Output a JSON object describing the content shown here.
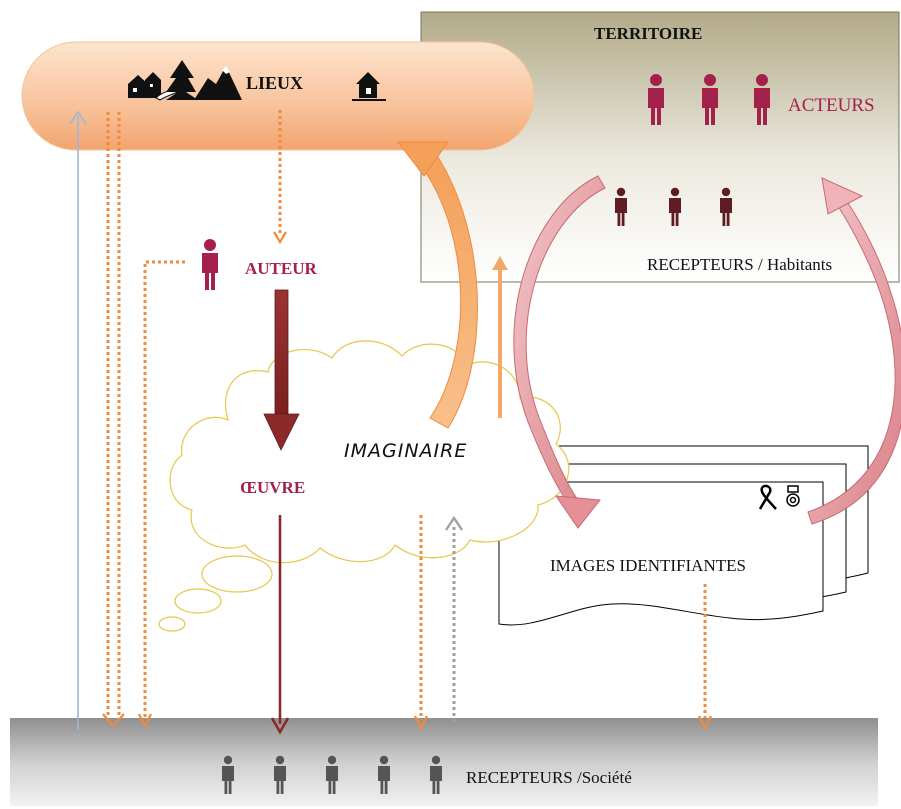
{
  "territoire": {
    "title": "TERRITOIRE"
  },
  "lieux": {
    "label": "LIEUX",
    "icons": [
      "village-icon",
      "tree-icon",
      "mountain-icon",
      "house-icon"
    ]
  },
  "acteurs": {
    "label": "ACTEURS",
    "count": 3,
    "color": "#a3214b"
  },
  "recepteurs_habitants": {
    "label": "RECEPTEURS / Habitants",
    "count": 3,
    "color": "#5e1d24"
  },
  "auteur": {
    "label": "AUTEUR",
    "color": "#a3214b"
  },
  "oeuvre": {
    "label": "ŒUVRE",
    "color": "#a3214b"
  },
  "imaginaire": {
    "label": "IMAGINAIRE"
  },
  "images_identifiantes": {
    "label": "IMAGES IDENTIFIANTES",
    "icons": [
      "ribbon-icon",
      "medal-icon"
    ]
  },
  "recepteurs_societe": {
    "label": "RECEPTEURS /Société",
    "count": 5,
    "color": "#555555"
  },
  "colors": {
    "orange": "#f08a3c",
    "pink": "#e8a6ab",
    "brown_arrow": "#8b2a2a",
    "blue": "#9fb6d9",
    "grey_dotted": "#a0a0a0",
    "cloud_border": "#e8c64a"
  }
}
